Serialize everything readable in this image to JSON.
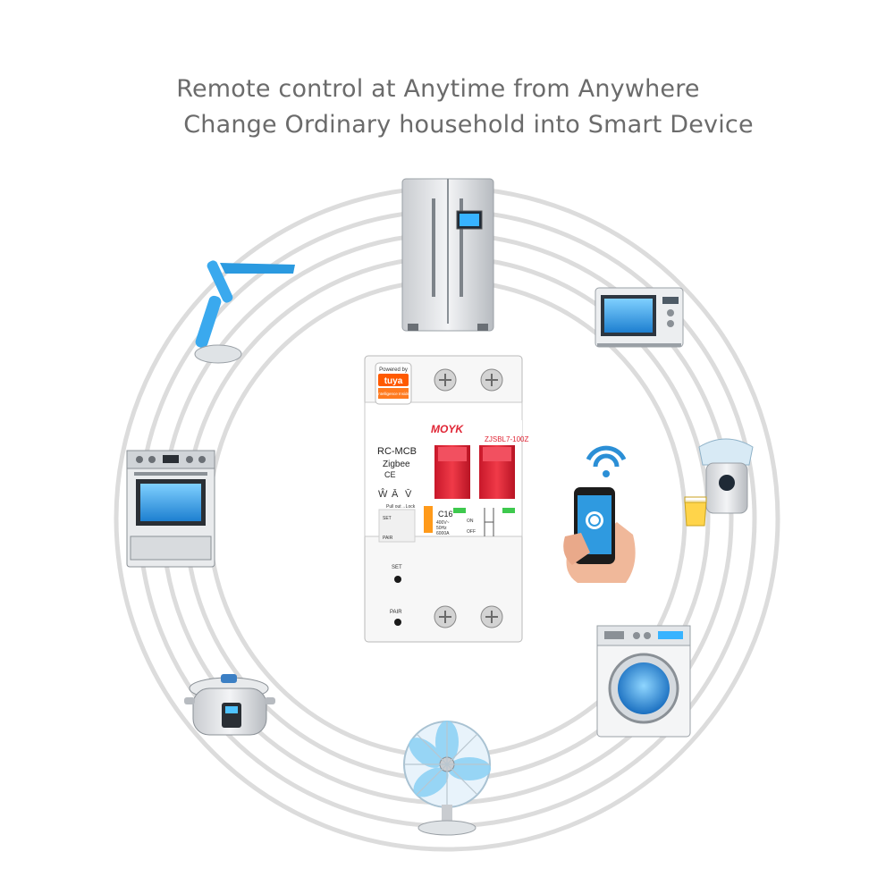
{
  "headline": {
    "line1": "Remote control at Anytime from Anywhere",
    "line2": "Change Ordinary household into Smart Device"
  },
  "breaker": {
    "powered_by": "Powered by",
    "brand": "tuya",
    "brand_tag": "Intelligence Inside",
    "type": "RC-MCB",
    "protocol": "Zigbee",
    "cert": "CE",
    "maker": "MOYK",
    "model": "ZJSBL7-100Z",
    "rating": "C16",
    "specs": [
      "400V~",
      "50Hz",
      "6000A"
    ],
    "on_label": "ON",
    "off_label": "OFF",
    "lock_label": "Pull out→Lock",
    "set_label": "SET",
    "pair_label": "PAIR"
  },
  "appliances": [
    "refrigerator",
    "microwave",
    "juicer",
    "smartphone",
    "washing-machine",
    "fan",
    "rice-cooker",
    "oven",
    "desk-lamp"
  ],
  "colors": {
    "rings": "#dcdcdc",
    "breaker_red": "#e02434",
    "tuya_orange": "#ff5a00",
    "headline": "#6b6b6b"
  }
}
